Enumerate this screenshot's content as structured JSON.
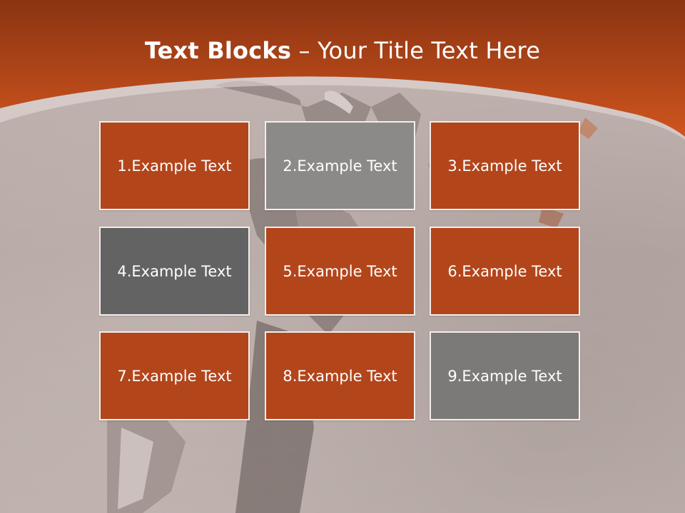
{
  "title": {
    "bold": "Text Blocks",
    "dash": " – ",
    "regular": "Your Title Text Here"
  },
  "colors": {
    "header_top": "#8b3312",
    "header_bottom": "#cf551e",
    "block_orange": "#b3451b",
    "block_gray_light": "#8c8a89",
    "block_gray_dark": "#646363",
    "block_border": "#f3eeec"
  },
  "blocks": [
    {
      "label": "1.Example Text",
      "color": "#b3451b"
    },
    {
      "label": "2.Example Text",
      "color": "#8c8a89"
    },
    {
      "label": "3.Example Text",
      "color": "#b3451b"
    },
    {
      "label": "4.Example Text",
      "color": "#646363"
    },
    {
      "label": "5.Example Text",
      "color": "#b3451b"
    },
    {
      "label": "6.Example Text",
      "color": "#b3451b"
    },
    {
      "label": "7.Example Text",
      "color": "#b3451b"
    },
    {
      "label": "8.Example Text",
      "color": "#b3451b"
    },
    {
      "label": "9.Example Text",
      "color": "#7c7a79"
    }
  ]
}
